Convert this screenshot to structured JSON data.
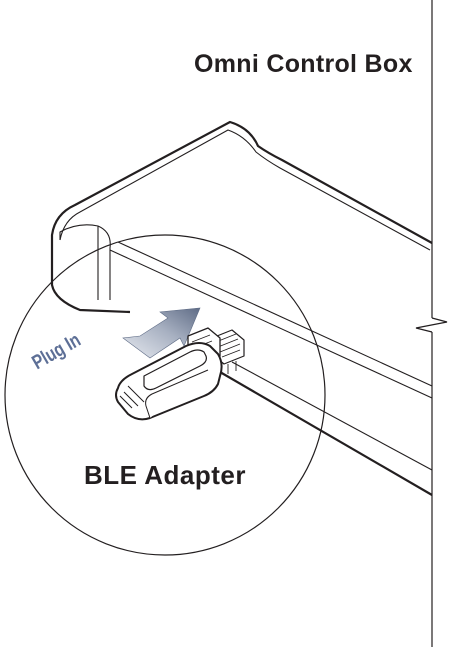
{
  "labels": {
    "control_box": "Omni Control Box",
    "adapter": "BLE Adapter",
    "plug_in": "Plug In"
  },
  "colors": {
    "line": "#231f20",
    "arrow_light": "#d6dbe4",
    "arrow_dark": "#6b7892",
    "plug_text": "#5d6f96",
    "background": "#ffffff"
  }
}
